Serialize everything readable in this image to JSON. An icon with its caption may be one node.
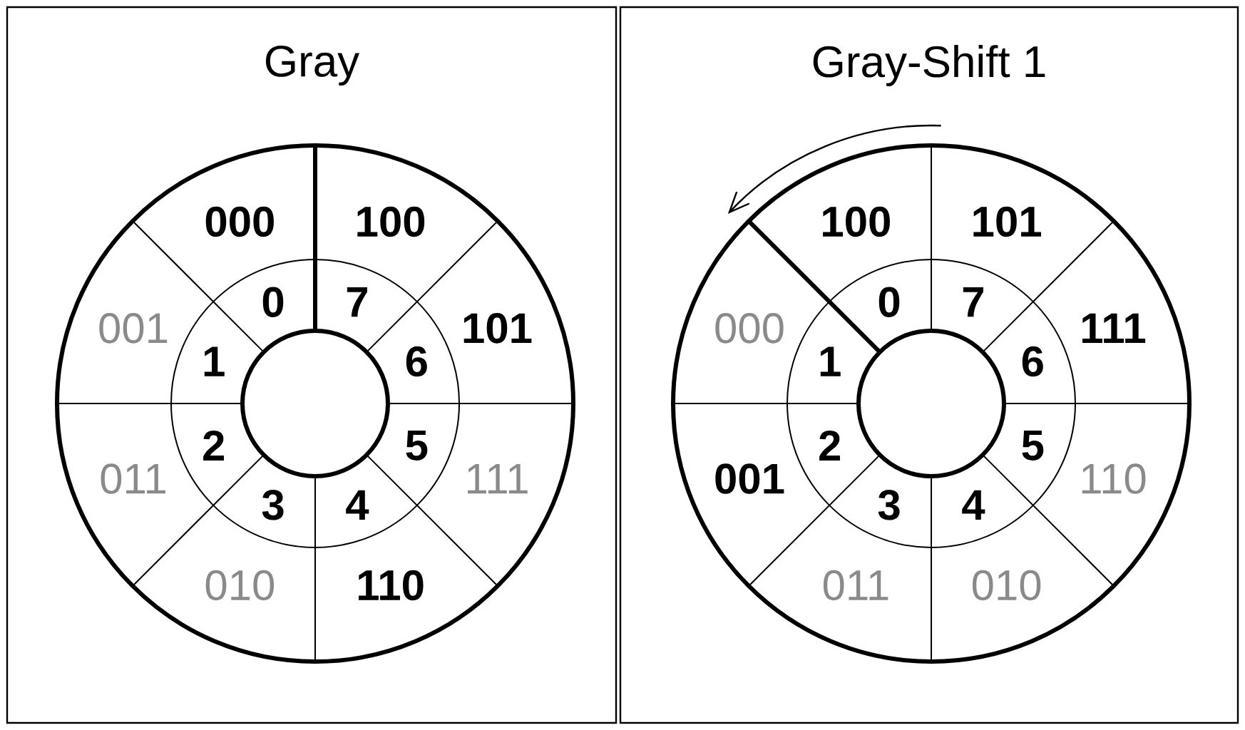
{
  "diagram": {
    "nodes": [
      {
        "text": [
          "Gray"
        ]
      },
      {
        "text": [
          "000"
        ],
        "in": 0
      },
      {
        "text": [
          "100"
        ],
        "in": 0
      },
      {
        "text": [
          "101"
        ],
        "in": 0
      },
      {
        "text": [
          "111"
        ],
        "in": 0
      },
      {
        "text": [
          "110"
        ],
        "in": 0
      },
      {
        "text": [
          "010"
        ],
        "in": 0
      },
      {
        "text": [
          "011"
        ],
        "in": 0
      },
      {
        "text": [
          "001"
        ],
        "in": 0
      },
      {
        "text": [
          "0"
        ],
        "in": 0
      },
      {
        "text": [
          "7"
        ],
        "in": 0
      },
      {
        "text": [
          "6"
        ],
        "in": 0
      },
      {
        "text": [
          "5"
        ],
        "in": 0
      },
      {
        "text": [
          "4"
        ],
        "in": 0
      },
      {
        "text": [
          "3"
        ],
        "in": 0
      },
      {
        "text": [
          "2"
        ],
        "in": 0
      },
      {
        "text": [
          "1"
        ],
        "in": 0
      },
      {
        "text": [
          "Gray-Shift 1"
        ]
      },
      {
        "text": [
          "100"
        ],
        "in": 17
      },
      {
        "text": [
          "101"
        ],
        "in": 17
      },
      {
        "text": [
          "111"
        ],
        "in": 17
      },
      {
        "text": [
          "110"
        ],
        "in": 17
      },
      {
        "text": [
          "010"
        ],
        "in": 17
      },
      {
        "text": [
          "011"
        ],
        "in": 17
      },
      {
        "text": [
          "001"
        ],
        "in": 17
      },
      {
        "text": [
          "000"
        ],
        "in": 17
      },
      {
        "text": [
          "0"
        ],
        "in": 17
      },
      {
        "text": [
          "7"
        ],
        "in": 17
      },
      {
        "text": [
          "6"
        ],
        "in": 17
      },
      {
        "text": [
          "5"
        ],
        "in": 17
      },
      {
        "text": [
          "4"
        ],
        "in": 17
      },
      {
        "text": [
          "3"
        ],
        "in": 17
      },
      {
        "text": [
          "2"
        ],
        "in": 17
      },
      {
        "text": [
          "1"
        ],
        "in": 17
      }
    ]
  }
}
